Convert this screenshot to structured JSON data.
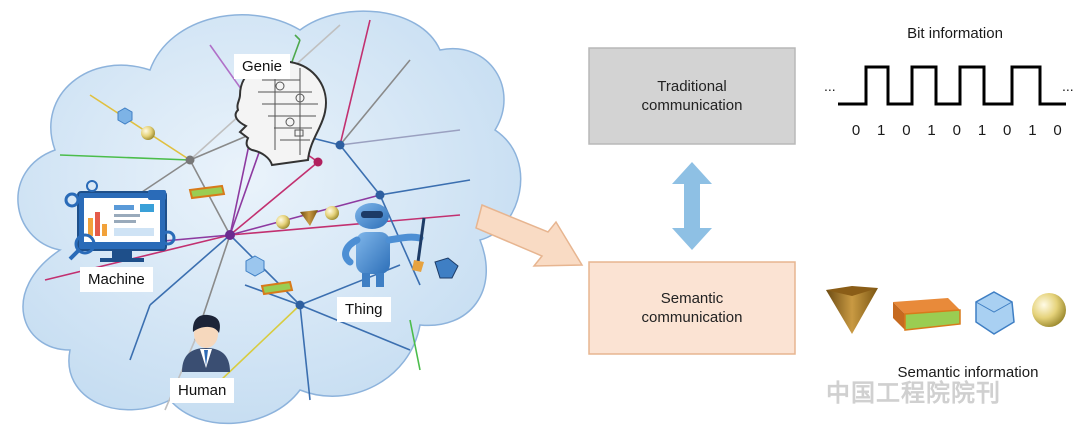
{
  "cloud": {
    "nodes": {
      "genie": "Genie",
      "machine": "Machine",
      "thing": "Thing",
      "human": "Human"
    }
  },
  "traditional_box": {
    "line1": "Traditional",
    "line2": "communication"
  },
  "semantic_box": {
    "line1": "Semantic",
    "line2": "communication"
  },
  "bit_info": {
    "title": "Bit information",
    "ellipsis_left": "...",
    "ellipsis_right": "...",
    "bits": [
      "0",
      "1",
      "0",
      "1",
      "0",
      "1",
      "0",
      "1",
      "0"
    ]
  },
  "semantic_info": {
    "title": "Semantic information"
  },
  "watermark": "中国工程院院刊",
  "colors": {
    "cloud_fill": "#cfe3f5",
    "cloud_stroke": "#8db3dc",
    "traditional_fill": "#d3d3d3",
    "semantic_fill": "#fbe3d3",
    "semantic_stroke": "#e7b590",
    "double_arrow": "#8ec0e4",
    "orange_arrow": "#f6cfb0"
  }
}
